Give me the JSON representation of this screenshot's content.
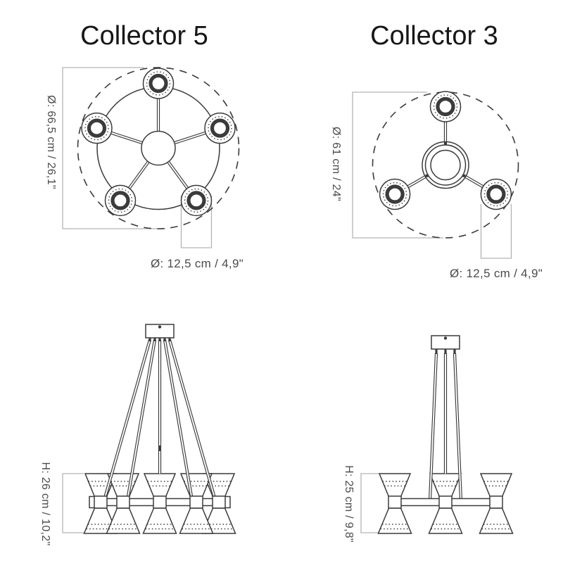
{
  "page": {
    "background": "#ffffff"
  },
  "colors": {
    "line": "#3b3b3b",
    "dim_line": "#b3b3b5",
    "dim_text": "#4a4b4f",
    "title_text": "#161616"
  },
  "products": [
    {
      "title": "Collector 5",
      "shade_count": 5,
      "top_view": {
        "diameter_label": "Ø: 66,5 cm / 26,1\"",
        "shade_diameter_label": "Ø: 12,5 cm / 4,9\""
      },
      "side_view": {
        "height_label": "H: 26 cm / 10,2\""
      }
    },
    {
      "title": "Collector 3",
      "shade_count": 3,
      "top_view": {
        "diameter_label": "Ø: 61 cm / 24\"",
        "shade_diameter_label": "Ø: 12,5 cm / 4,9\""
      },
      "side_view": {
        "height_label": "H: 25 cm / 9,8\""
      }
    }
  ]
}
